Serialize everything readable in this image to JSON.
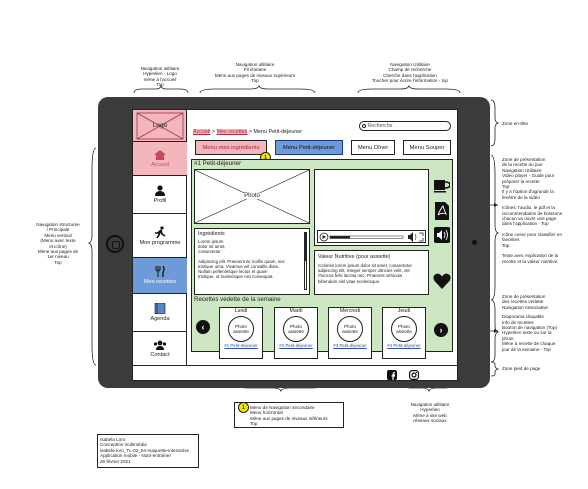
{
  "annotations": {
    "top_left": [
      "Navigation utilitaire",
      "Hyperlien - Logo",
      "mène à l'accueil",
      "Top"
    ],
    "top_mid": [
      "Navigation utilitaire",
      "Fil d'ariane",
      "Mène aux pages de niveaux supérieurs",
      "Top"
    ],
    "top_right": [
      "Navigation Utilitaire",
      "Champ de recherche",
      "Cherche dans l'application",
      "Toucher pour écrire l'information - top"
    ],
    "zone_entete": "Zone en-tête",
    "zone_presentation": [
      "Zone de présentation",
      "de la recette du jour",
      "Navigation Utilitaire",
      "",
      "Vidéo player - Guide pour",
      "préparer la recette",
      "Top",
      "Il y a l'option d'agrandir la",
      "fenêtre de la vidéo",
      "",
      "Icônes: l'audio, le pdf et la",
      "recommendation de boissons",
      "chacun va ouvrir une page",
      "dans l'application - Top",
      "",
      "Icône coeur pour classifier en",
      "favorites",
      "Top",
      "",
      "Texte avec explication de la",
      "recette et la valeur nutritive."
    ],
    "zone_vedette": [
      "Zone de présentation",
      "des recettes vedette",
      "Navigation Associative",
      "",
      "Diaporama cliquable",
      "Info de recettes",
      "Bouton de navigation (Top)",
      "Hyperlien texte ou sur la",
      "photo",
      "Mène à recette de chaque",
      "jour de la semaine - Top"
    ],
    "zone_pied": "Zone pied de page",
    "left_nav": [
      "Navigation structurée",
      "/ Principale",
      "Menu vertical",
      "(Menu avec texte",
      "et icône)",
      "Mène aux pages de",
      "1er niveau",
      "Top"
    ],
    "bottom_mid": [
      "Menu de Navigation secondaire",
      "Menu horizontal",
      "Mène aux pages de niveaux inférieurs",
      "Top"
    ],
    "bottom_right": [
      "Navigation utilitaire",
      "Hyperlien",
      "Mène à site web",
      "réseaux sociaux"
    ],
    "credits": [
      "Isabela Loro",
      "Conception multimédia",
      "isabela-loro_TL-02_04-maquette-interactive",
      "Application mobile - Nutri-entraîner",
      "26 février 2021"
    ]
  },
  "header": {
    "logo": "Logo",
    "breadcrumb": {
      "home": "Accueil",
      "sep": ">",
      "recipes": "Mes recettes",
      "current": "> Menu Petit-déjeuner"
    },
    "search_placeholder": "Recherche"
  },
  "sidebar": [
    {
      "label": "Accueil",
      "icon": "home-icon"
    },
    {
      "label": "Profil",
      "icon": "person-icon"
    },
    {
      "label": "Mon programme",
      "icon": "runner-icon"
    },
    {
      "label": "Mes recettes",
      "icon": "cutlery-icon"
    },
    {
      "label": "Agenda",
      "icon": "book-icon"
    },
    {
      "label": "Contact",
      "icon": "contacts-icon"
    }
  ],
  "tabs": [
    "Menu mes ingrédients",
    "Menu Petit-déjeuner",
    "Menu Dîner",
    "Menu Souper"
  ],
  "badge": "1",
  "main": {
    "title": "#1 Petit-déjeuner",
    "photo": "Photo",
    "ingredients_title": "Ingrédients",
    "ingredients_text": [
      "Lorem ipsum",
      "dolor sit amet,",
      "consectetur",
      "",
      "Adipiscing elit. Praesent ac mollis quam, nec",
      "tristique urna. Vivamus vel convallis diam.",
      "Nullam pellentesque lectus et quam",
      "tristique, ut scelerisque nisi consequat."
    ],
    "nutrition_title": "Valeur Nutritive (pour assiette)",
    "nutrition_text": [
      "Colories lorem ipsum dolor sit amet, consectetur",
      "adipiscing elit. Integer semper ultricies velit, vel",
      "rhoncus felis lacinia nec. Praesent vehicula",
      "bibendum nisl vitae scelerisque."
    ],
    "featured_title": "Recettes vedette de la semaine"
  },
  "days": [
    {
      "name": "Lundi",
      "photo": "Photo assiette",
      "link": "#1 Petit-déjeuner"
    },
    {
      "name": "Mardi",
      "photo": "Photo assiette",
      "link": "#2 Petit-déjeuner"
    },
    {
      "name": "Mercredi",
      "photo": "Photo assiette",
      "link": "#3 Petit-déjeuner"
    },
    {
      "name": "Jeudi",
      "photo": "Photo assiette",
      "link": "#4 Petit-déjeuner"
    }
  ],
  "colors": {
    "pink": "#f4b6bd",
    "blue": "#6e9ad8",
    "green": "#cde7c2",
    "badge": "#f5e400"
  }
}
